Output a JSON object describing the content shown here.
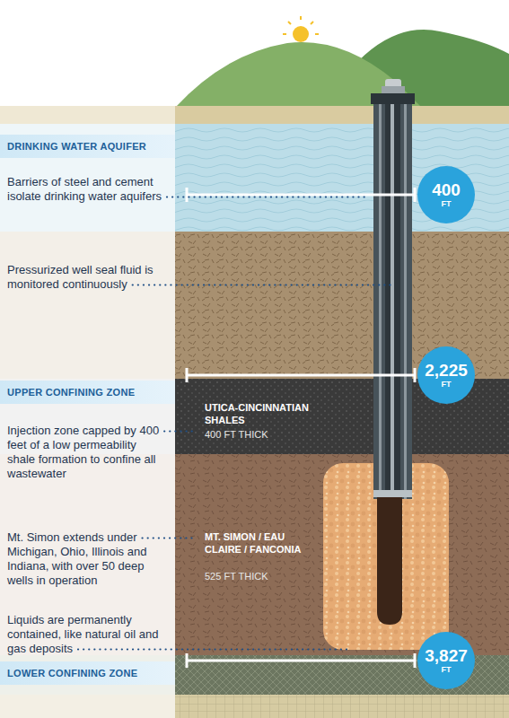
{
  "diagram": {
    "nodes": [
      {
        "text": [
          "DRINKING WATER AQUIFER"
        ]
      },
      {
        "text": [
          "400",
          "FT"
        ]
      },
      {
        "text": [
          "2,225",
          "FT"
        ]
      },
      {
        "text": [
          "UPPER CONFINING ZONE"
        ]
      },
      {
        "text": [
          "3,827",
          "FT"
        ]
      },
      {
        "text": [
          "LOWER CONFINING ZONE"
        ]
      }
    ],
    "labels": [
      "Barriers of steel and cement isolate drinking water aquifers",
      "Pressurized well seal fluid is monitored continuously",
      "Injection zone capped by 400 feet of a low permeability shale formation to confine all wastewater",
      "UTICA-CINCINNATIAN SHALES",
      "400 FT THICK",
      "Mt. Simon extends under Michigan, Ohio, Illinois and Indiana, with over 50 deep wells in operation",
      "MT. SIMON / EAU CLAIRE / FANCONIA",
      "525 FT THICK",
      "Liquids are permanently contained, like natural oil and gas deposits"
    ]
  }
}
